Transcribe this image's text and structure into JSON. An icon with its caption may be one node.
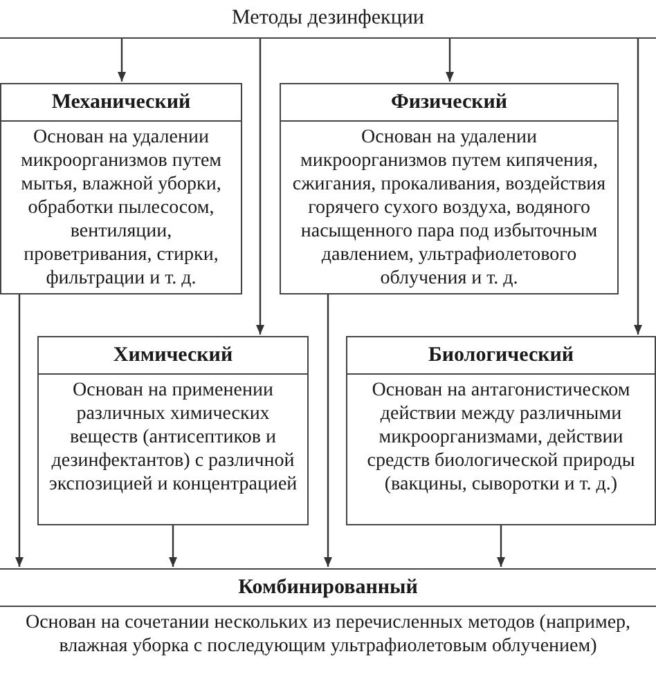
{
  "diagram": {
    "nodes": [
      {
        "text": [
          "Методы дезинфекции"
        ]
      },
      {
        "text": [
          "Механический",
          "Основан на удалении микроорганизмов путем мытья, влажной уборки, обработки пылесосом, вентиляции, проветривания, стирки, фильтрации и т. д."
        ]
      },
      {
        "text": [
          "Физический",
          "Основан на удалении микроорганизмов путем кипячения, сжигания, прокаливания, воздействия горячего сухого воздуха, водяного насыщенного пара под избыточным давлением, ультрафиолетового облучения и т. д."
        ]
      },
      {
        "text": [
          "Химический",
          "Основан на применении различных химических веществ (антисептиков и дезинфектантов) с различной экспозицией и концентрацией"
        ]
      },
      {
        "text": [
          "Биологический",
          "Основан на антагонистическом действии между различными микроорганизмами, действии средств биологической природы (вакцины, сыворотки и т. д.)"
        ]
      },
      {
        "text": [
          "Комбинированный",
          "Основан на сочетании нескольких из перечисленных методов (например, влажная уборка с последующим ультрафиолетовым облучением)"
        ]
      }
    ],
    "edges": [
      {
        "from": 0,
        "to": 1,
        "arrow": "to"
      },
      {
        "from": 0,
        "to": 3,
        "arrow": "to"
      },
      {
        "from": 0,
        "to": 2,
        "arrow": "to"
      },
      {
        "from": 0,
        "to": 4,
        "arrow": "to"
      },
      {
        "from": 1,
        "to": 5,
        "arrow": "to"
      },
      {
        "from": 3,
        "to": 5,
        "arrow": "to"
      },
      {
        "from": 2,
        "to": 5,
        "arrow": "to"
      },
      {
        "from": 4,
        "to": 5,
        "arrow": "to"
      }
    ]
  }
}
